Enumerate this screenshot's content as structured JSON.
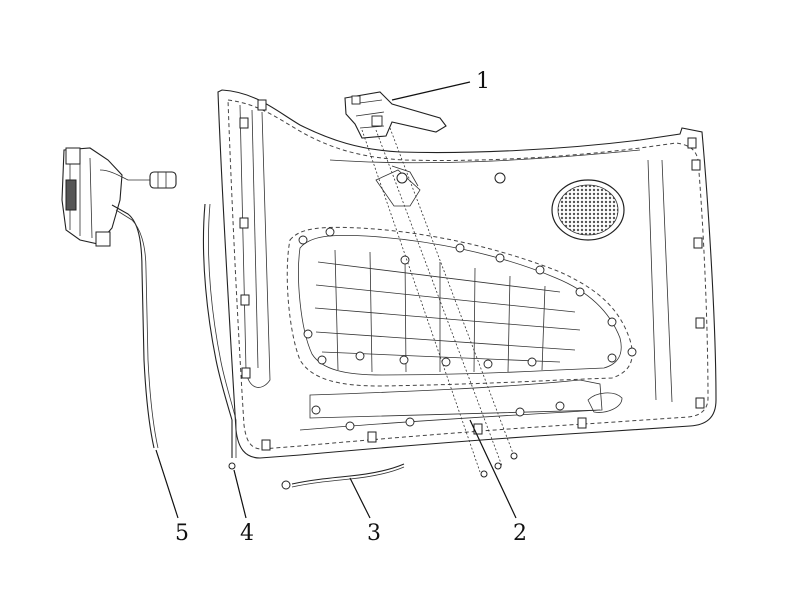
{
  "callouts": [
    {
      "id": "1",
      "text": "1"
    },
    {
      "id": "2",
      "text": "2"
    },
    {
      "id": "3",
      "text": "3"
    },
    {
      "id": "4",
      "text": "4"
    },
    {
      "id": "5",
      "text": "5"
    }
  ],
  "colors": {
    "line": "#222222",
    "background": "#ffffff",
    "speaker_fill": "#6a6a6a"
  }
}
